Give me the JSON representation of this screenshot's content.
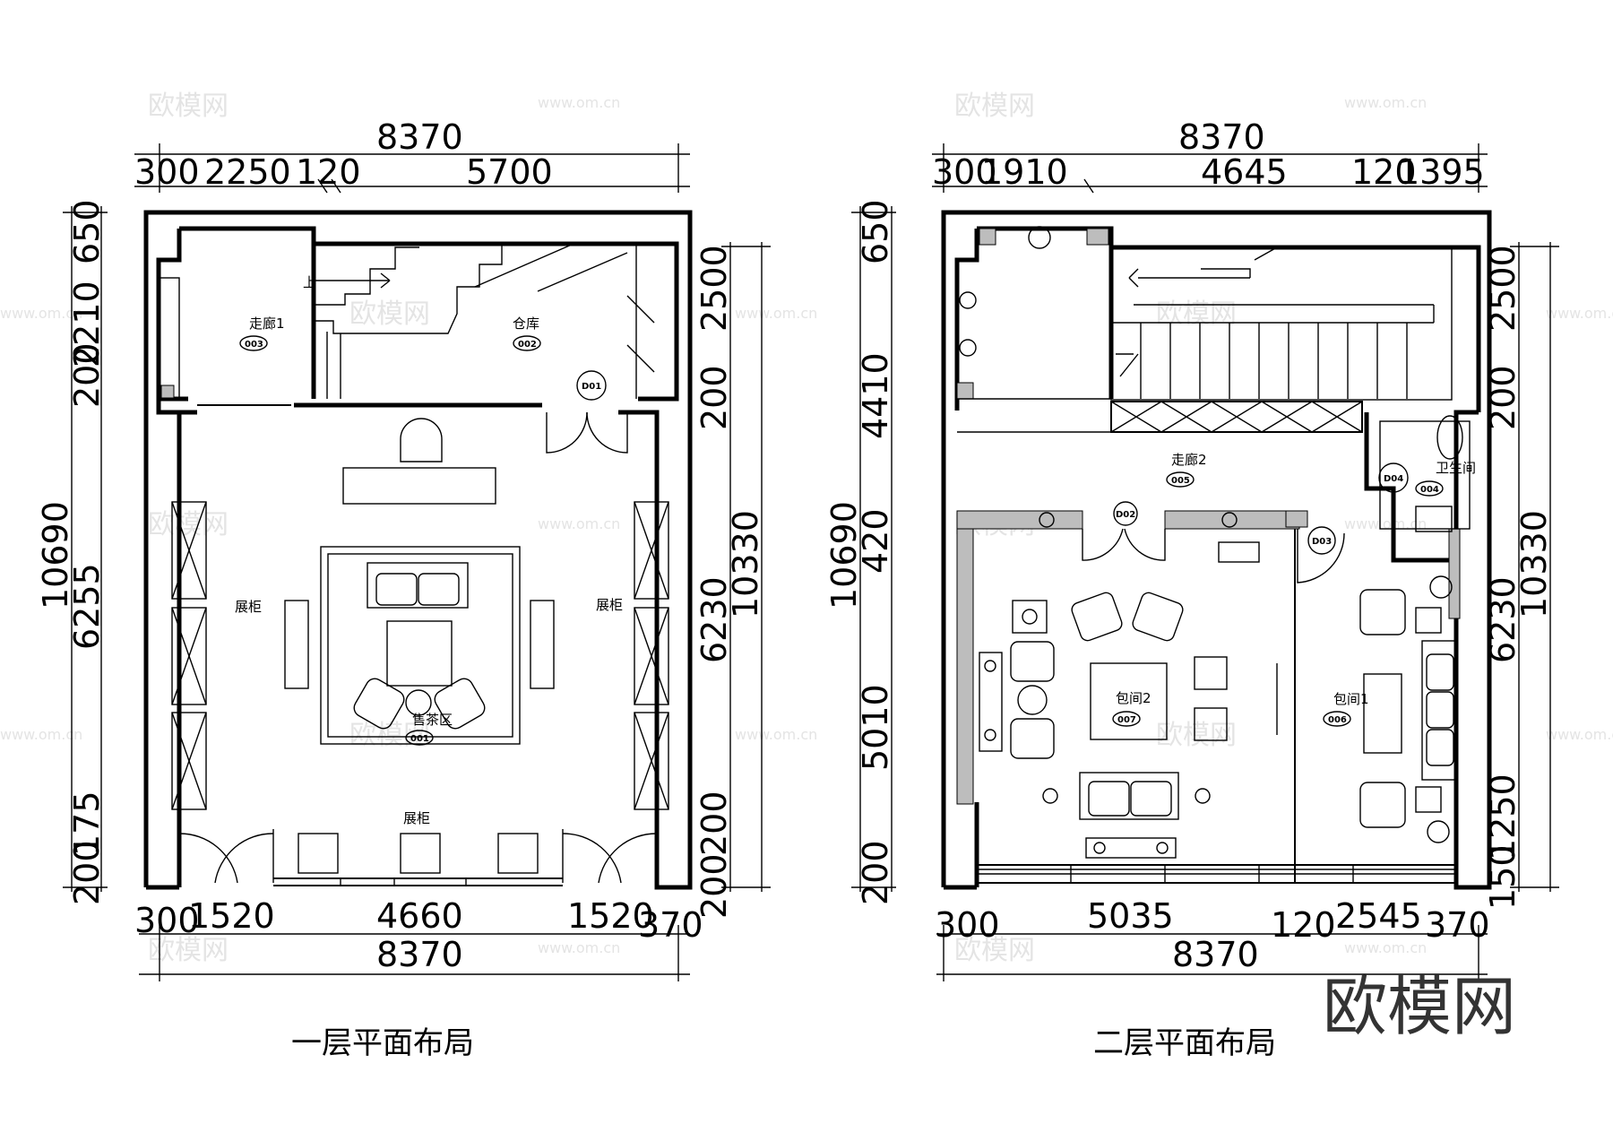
{
  "watermark": {
    "logo": "欧模网",
    "url": "www.om.cn",
    "brand": "欧模网"
  },
  "floor1": {
    "caption": "一层平面布局",
    "dims_top_total": "8370",
    "dims_top": [
      "300",
      "2250",
      "120",
      "5700"
    ],
    "dims_bottom": [
      "300",
      "1520",
      "4660",
      "1520",
      "370"
    ],
    "dims_bottom_total": "8370",
    "dims_left_total": "10690",
    "dims_left": [
      "650",
      "2210",
      "200",
      "6255",
      "175",
      "200"
    ],
    "dims_right": [
      "2500",
      "200",
      "6230",
      "200",
      "200"
    ],
    "dims_right_total": "10330",
    "rooms": {
      "corridor": {
        "name": "走廊1",
        "tag": "003"
      },
      "storage": {
        "name": "仓库",
        "tag": "002"
      },
      "tea": {
        "name": "售茶区",
        "tag": "001"
      },
      "cabinet_left": "展柜",
      "cabinet_right": "展柜",
      "cabinet_bottom": "展柜"
    },
    "door_tag": "D01",
    "stair_up": "上"
  },
  "floor2": {
    "caption": "二层平面布局",
    "dims_top_total": "8370",
    "dims_top": [
      "300",
      "1910",
      "4645",
      "120",
      "1395"
    ],
    "dims_bottom": [
      "300",
      "5035",
      "120",
      "2545",
      "370"
    ],
    "dims_bottom_total": "8370",
    "dims_left_total": "10690",
    "dims_left": [
      "650",
      "4410",
      "420",
      "5010",
      "200"
    ],
    "dims_right": [
      "2500",
      "200",
      "6230",
      "1250",
      "150"
    ],
    "dims_right_total": "10330",
    "rooms": {
      "corridor": {
        "name": "走廊2",
        "tag": "005"
      },
      "toilet": {
        "name": "卫生间",
        "tag": "004"
      },
      "room2": {
        "name": "包间2",
        "tag": "007"
      },
      "room1": {
        "name": "包间1",
        "tag": "006"
      }
    },
    "door_tags": [
      "D02",
      "D03",
      "D04"
    ]
  }
}
